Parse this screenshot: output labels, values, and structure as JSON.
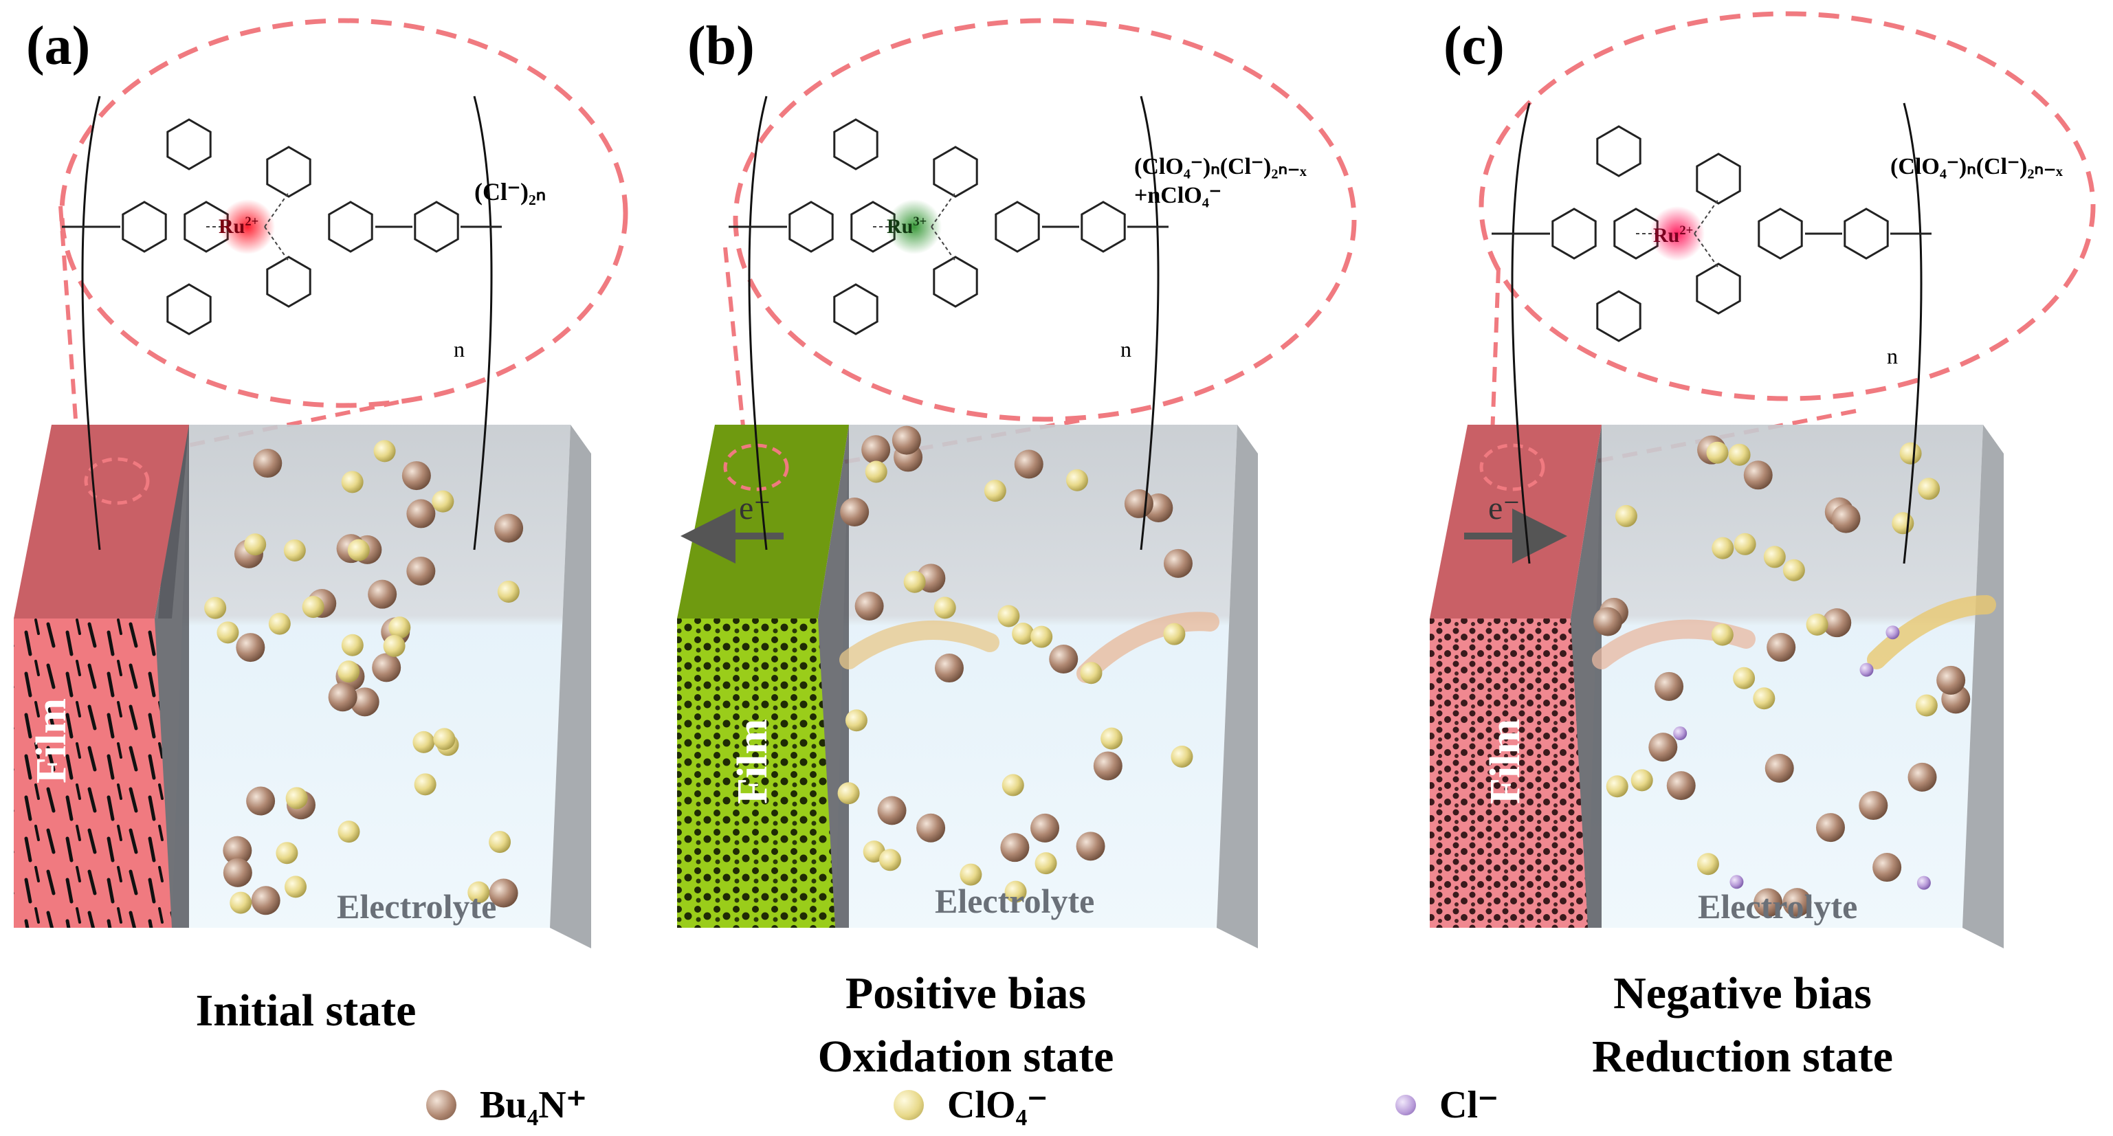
{
  "panels": [
    {
      "label": "(a)",
      "state_lines": [
        "Initial state"
      ],
      "film_label": "Film",
      "electrolyte_label": "Electrolyte",
      "ru": "Ru",
      "ru_charge": "2+",
      "counterion": "(Cl⁻)₂ₙ",
      "counterion_line2": "",
      "electron_label": "",
      "electron_direction": "none",
      "film_color": "#f07a80",
      "film_top_color": "#c96066",
      "ru_glow": "#ff3040"
    },
    {
      "label": "(b)",
      "state_lines": [
        "Positive bias",
        "Oxidation state"
      ],
      "film_label": "Film",
      "electrolyte_label": "Electrolyte",
      "ru": "Ru",
      "ru_charge": "3+",
      "counterion": "(ClO₄⁻)ₙ(Cl⁻)₂ₙ₋ₓ",
      "counterion_line2": "+nClO₄⁻",
      "electron_label": "e⁻",
      "electron_direction": "left",
      "film_color": "#9acd1a",
      "film_top_color": "#6f9a10",
      "ru_glow": "#4caf50"
    },
    {
      "label": "(c)",
      "state_lines": [
        "Negative bias",
        "Reduction state"
      ],
      "film_label": "Film",
      "electrolyte_label": "Electrolyte",
      "ru": "Ru",
      "ru_charge": "2+",
      "counterion": "(ClO₄⁻)ₙ(Cl⁻)₂ₙ₋ₓ",
      "counterion_line2": "",
      "electron_label": "e⁻",
      "electron_direction": "right",
      "film_color": "#f08890",
      "film_top_color": "#c96066",
      "ru_glow": "#ff3060"
    }
  ],
  "legend": [
    {
      "label": "Bu₄N⁺",
      "color": "#b08872",
      "icon": "brown-sphere"
    },
    {
      "label": "ClO₄⁻",
      "color": "#e8d98a",
      "icon": "yellow-sphere"
    },
    {
      "label": "Cl⁻",
      "color": "#b79ad8",
      "icon": "purple-sphere"
    }
  ],
  "subscript_n": "n",
  "colors": {
    "dashed": "#f07a80",
    "electrolyte_top": "#c9ced3",
    "electrolyte_bottom": "#e9f4fb",
    "side_face": "#a8acb0",
    "bu4n": "#b08872",
    "clo4": "#e8d98a",
    "cl": "#b79ad8"
  }
}
